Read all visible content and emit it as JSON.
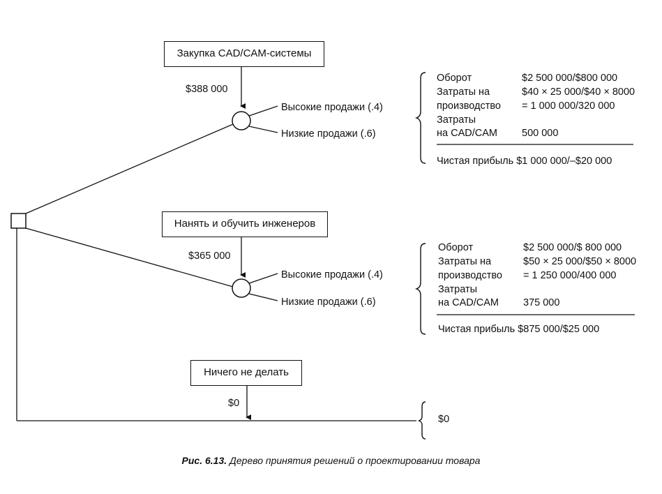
{
  "options": [
    {
      "label": "Закупка CAD/CAM-системы",
      "cost": "$388 000"
    },
    {
      "label": "Нанять и обучить инженеров",
      "cost": "$365 000"
    },
    {
      "label": "Ничего не делать",
      "cost": "$0"
    }
  ],
  "outcomes": {
    "high": "Высокие продажи (.4)",
    "low": "Низкие продажи (.6)"
  },
  "details": [
    {
      "rows": [
        {
          "label": "Оборот",
          "value": "$2 500 000/$800 000"
        },
        {
          "label": "Затраты на",
          "value": "$40 × 25 000/$40 × 8000"
        },
        {
          "label": "производство",
          "value": "= 1 000 000/320 000"
        },
        {
          "label": "Затраты",
          "value": ""
        },
        {
          "label": "на CAD/CAM",
          "value": "500 000"
        }
      ],
      "net": "Чистая прибыль $1 000 000/–$20 000"
    },
    {
      "rows": [
        {
          "label": "Оборот",
          "value": "$2 500 000/$ 800 000"
        },
        {
          "label": "Затраты на",
          "value": "$50 × 25 000/$50 × 8000"
        },
        {
          "label": "производство",
          "value": "= 1 250 000/400 000"
        },
        {
          "label": "Затраты",
          "value": ""
        },
        {
          "label": "на CAD/CAM",
          "value": "375 000"
        }
      ],
      "net": "Чистая прибыль $875 000/$25 000"
    }
  ],
  "nothing_result": "$0",
  "caption": {
    "prefix": "Рис. 6.13.",
    "text": " Дерево принятия решений о проектировании товара"
  }
}
